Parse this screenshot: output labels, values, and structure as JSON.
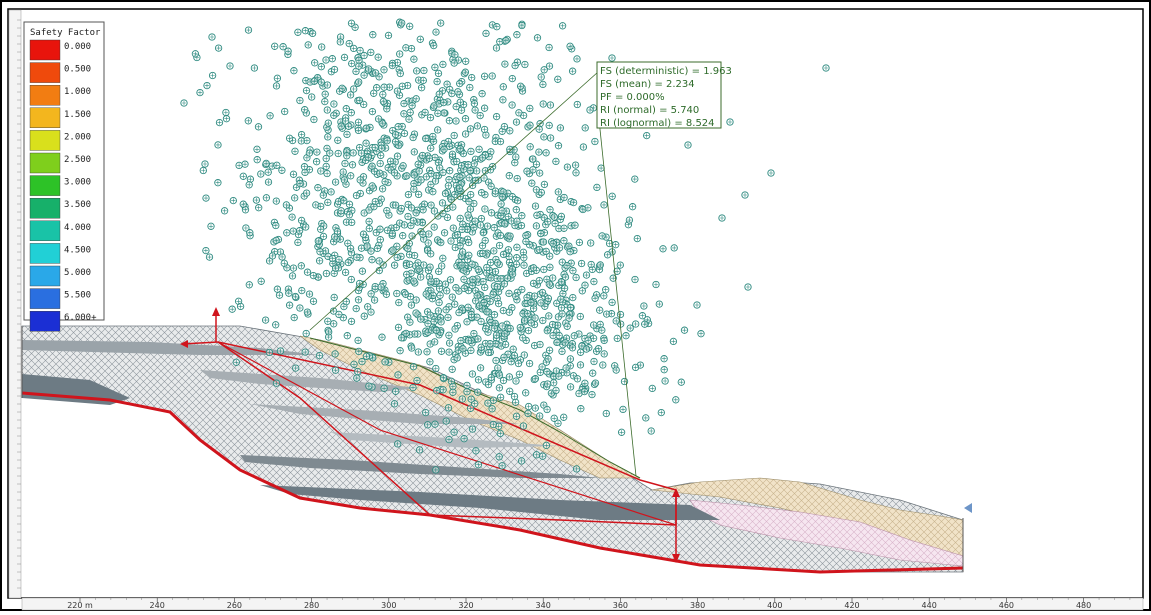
{
  "legend": {
    "title": "Safety Factor",
    "items": [
      {
        "label": "0.000",
        "color": "#e8140c"
      },
      {
        "label": "0.500",
        "color": "#ef4a0c"
      },
      {
        "label": "1.000",
        "color": "#f27d12"
      },
      {
        "label": "1.500",
        "color": "#f3b61e"
      },
      {
        "label": "2.000",
        "color": "#d9e01c"
      },
      {
        "label": "2.500",
        "color": "#7fcf1c"
      },
      {
        "label": "3.000",
        "color": "#2dc227"
      },
      {
        "label": "3.500",
        "color": "#17b06a"
      },
      {
        "label": "4.000",
        "color": "#19c3a7"
      },
      {
        "label": "4.500",
        "color": "#21d0d6"
      },
      {
        "label": "5.000",
        "color": "#2aa8e8"
      },
      {
        "label": "5.500",
        "color": "#2a6fe0"
      },
      {
        "label": "6.000+",
        "color": "#1b2fd4"
      }
    ]
  },
  "results": {
    "fs_det": "FS (deterministic) = 1.963",
    "fs_mean": "FS (mean) = 2.234",
    "pf": "PF = 0.000%",
    "ri_normal": "RI (normal) = 5.740",
    "ri_lognormal": "RI (lognormal) = 8.524"
  },
  "xaxis": {
    "ticks": [
      "220 m",
      "240",
      "260",
      "280",
      "300",
      "320",
      "340",
      "360",
      "380",
      "400",
      "420",
      "440",
      "460",
      "480"
    ]
  },
  "colors": {
    "scatter": "#2e8a80",
    "failure_line": "#d0141c",
    "window_border": "#000000",
    "hatched_layer": "#c8ccd0",
    "dark_layer": "#6d7b84",
    "sand_layer": "#ead8b8",
    "pink_layer": "#f1dcea"
  }
}
